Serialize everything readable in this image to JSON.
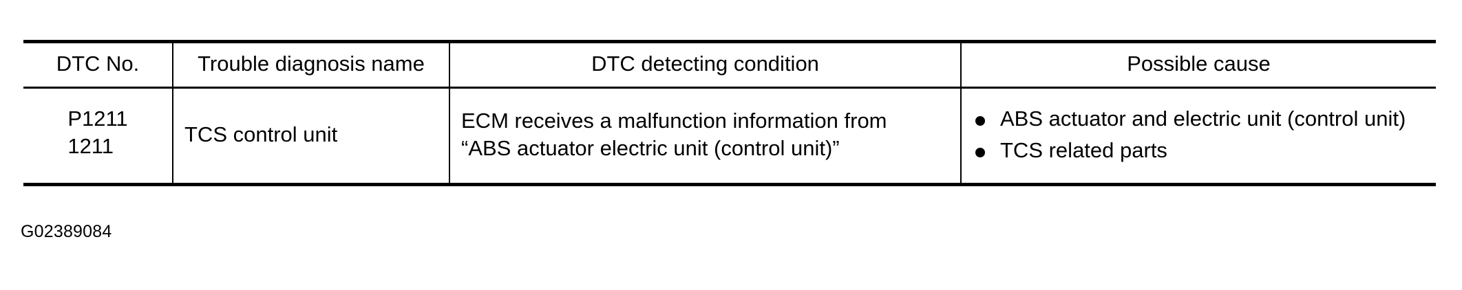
{
  "table": {
    "columns": [
      {
        "key": "dtc_no",
        "label": "DTC No."
      },
      {
        "key": "name",
        "label": "Trouble diagnosis name"
      },
      {
        "key": "cond",
        "label": "DTC detecting condition"
      },
      {
        "key": "cause",
        "label": "Possible cause"
      }
    ],
    "rows": [
      {
        "dtc_no": [
          "P1211",
          "1211"
        ],
        "name": "TCS control unit",
        "cond": [
          "ECM receives a malfunction information from",
          "“ABS actuator electric unit (control unit)”"
        ],
        "cause": [
          "ABS actuator and electric unit (control unit)",
          "TCS related parts"
        ]
      }
    ]
  },
  "caption": {
    "figure_id": "G02389084"
  },
  "colors": {
    "text": "#000000",
    "rule": "#000000",
    "background": "#ffffff"
  }
}
